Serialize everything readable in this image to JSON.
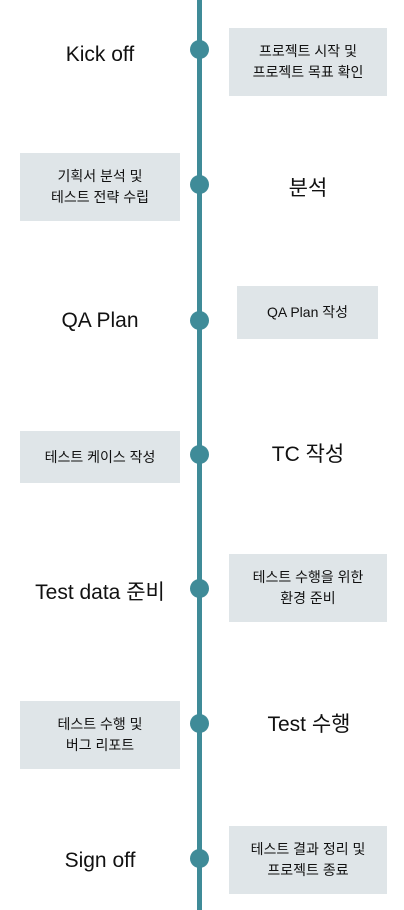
{
  "colors": {
    "line": "#3f8b98",
    "box": "#dfe5e8",
    "text": "#111111"
  },
  "steps": [
    {
      "phase": "Kick off",
      "description": "프로젝트 시작 및\n프로젝트 목표 확인"
    },
    {
      "phase": "분석",
      "description": "기획서 분석 및\n테스트 전략 수립"
    },
    {
      "phase": "QA Plan",
      "description": "QA Plan 작성"
    },
    {
      "phase": "TC 작성",
      "description": "테스트 케이스 작성"
    },
    {
      "phase": "Test data 준비",
      "description": "테스트 수행을 위한\n환경 준비"
    },
    {
      "phase": "Test 수행",
      "description": "테스트 수행 및\n버그 리포트"
    },
    {
      "phase": "Sign off",
      "description": "테스트 결과 정리 및\n프로젝트 종료"
    }
  ]
}
